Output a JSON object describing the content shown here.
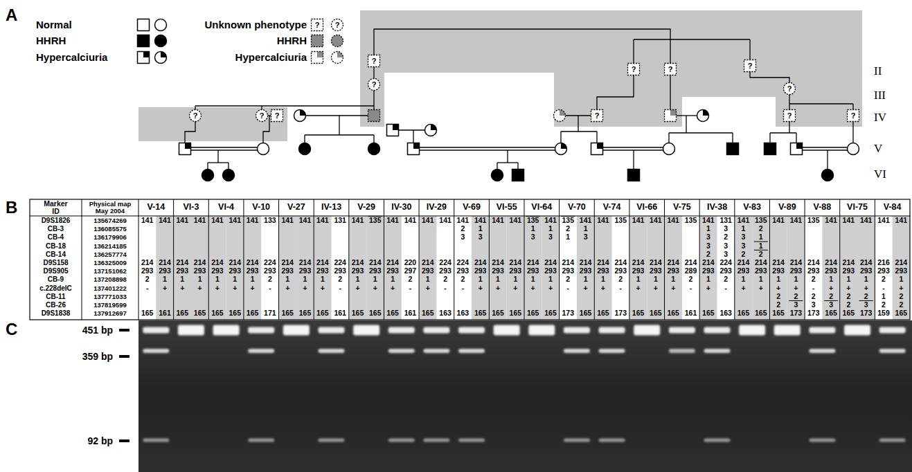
{
  "diagram": {
    "labels": [
      "A",
      "?",
      "?",
      "?",
      "?",
      "?",
      "?",
      "?",
      "?",
      "?",
      "?",
      "?",
      "?",
      "?",
      "?",
      "II",
      "III",
      "IV",
      "V",
      "VI",
      "B",
      "Marker ID",
      "Physical map May 2004",
      "V-14",
      "VI-3",
      "VI-4",
      "V-10",
      "V-27",
      "IV-13",
      "V-29",
      "IV-30",
      "IV-29",
      "V-69",
      "VI-55",
      "VI-64",
      "V-70",
      "V-74",
      "VI-66",
      "V-75",
      "IV-38",
      "V-83",
      "V-89",
      "V-88",
      "VI-75",
      "V-84",
      "D9S1826",
      "135674269",
      "141",
      "141",
      "141",
      "141",
      "141",
      "141",
      "141",
      "133",
      "141",
      "141",
      "141",
      "131",
      "141",
      "135",
      "141",
      "141",
      "141",
      "141",
      "141",
      "141",
      "141",
      "141",
      "135",
      "141",
      "135",
      "141",
      "141",
      "135",
      "141",
      "141",
      "141",
      "135",
      "141",
      "131",
      "141",
      "135",
      "141",
      "141",
      "135",
      "141",
      "141",
      "141",
      "141",
      "141",
      "CB-3",
      "136085575",
      "2",
      "1",
      "1",
      "1",
      "2",
      "1",
      "1",
      "3",
      "1",
      "2",
      "CB-4",
      "136179906",
      "3",
      "3",
      "3",
      "3",
      "1",
      "3",
      "3",
      "2",
      "3",
      "1",
      "CB-18",
      "136214185",
      "3",
      "3",
      "3",
      "1",
      "CB-14",
      "136257774",
      "2",
      "3",
      "2",
      "2",
      "D9S158",
      "136325009",
      "214",
      "214",
      "214",
      "214",
      "214",
      "214",
      "214",
      "224",
      "214",
      "214",
      "214",
      "224",
      "214",
      "214",
      "214",
      "220",
      "214",
      "224",
      "224",
      "214",
      "214",
      "214",
      "214",
      "214",
      "214",
      "214",
      "214",
      "214",
      "214",
      "214",
      "214",
      "214",
      "214",
      "224",
      "214",
      "214",
      "214",
      "214",
      "214",
      "214",
      "214",
      "214",
      "216",
      "214",
      "D9S905",
      "137151062",
      "293",
      "293",
      "293",
      "293",
      "293",
      "293",
      "293",
      "293",
      "293",
      "293",
      "293",
      "293",
      "293",
      "293",
      "293",
      "297",
      "293",
      "293",
      "293",
      "293",
      "293",
      "293",
      "293",
      "293",
      "293",
      "293",
      "293",
      "293",
      "293",
      "293",
      "293",
      "289",
      "293",
      "293",
      "293",
      "293",
      "293",
      "293",
      "293",
      "293",
      "293",
      "293",
      "293",
      "293",
      "CB-9",
      "137208898",
      "2",
      "1",
      "1",
      "1",
      "1",
      "1",
      "1",
      "2",
      "1",
      "1",
      "1",
      "2",
      "1",
      "1",
      "1",
      "2",
      "1",
      "2",
      "2",
      "1",
      "1",
      "1",
      "1",
      "1",
      "2",
      "1",
      "1",
      "2",
      "1",
      "1",
      "1",
      "2",
      "1",
      "2",
      "1",
      "1",
      "1",
      "1",
      "2",
      "1",
      "1",
      "1",
      "2",
      "1",
      "c.228delC",
      "137401222",
      "-",
      "+",
      "+",
      "+",
      "+",
      "+",
      "+",
      "-",
      "+",
      "+",
      "+",
      "-",
      "+",
      "+",
      "+",
      "-",
      "+",
      "-",
      "-",
      "+",
      "+",
      "+",
      "+",
      "+",
      "-",
      "+",
      "+",
      "-",
      "+",
      "+",
      "+",
      "-",
      "+",
      "-",
      "+",
      "+",
      "+",
      "+",
      "-",
      "+",
      "+",
      "+",
      "-",
      "+",
      "CB-11",
      "137771033",
      "2",
      "2",
      "2",
      "2",
      "2",
      "2",
      "1",
      "2",
      "CB-26",
      "137819599",
      "2",
      "3",
      "3",
      "3",
      "2",
      "3",
      "2",
      "2",
      "D9S1838",
      "137912697",
      "165",
      "161",
      "165",
      "165",
      "165",
      "165",
      "165",
      "171",
      "165",
      "165",
      "165",
      "161",
      "165",
      "165",
      "165",
      "161",
      "165",
      "163",
      "163",
      "165",
      "165",
      "165",
      "165",
      "165",
      "173",
      "165",
      "165",
      "173",
      "165",
      "165",
      "165",
      "161",
      "165",
      "163",
      "165",
      "165",
      "165",
      "173",
      "173",
      "165",
      "165",
      "173",
      "159",
      "165",
      "C",
      "451 bp",
      "359 bp",
      "92 bp"
    ],
    "legend": [
      {
        "text": "Normal"
      },
      {
        "text": "HHRH"
      },
      {
        "text": "Hypercalciuria"
      },
      {
        "text": "Unknown phenotype"
      },
      {
        "text": "HHRH"
      },
      {
        "text": "Hypercalciuria"
      }
    ]
  }
}
